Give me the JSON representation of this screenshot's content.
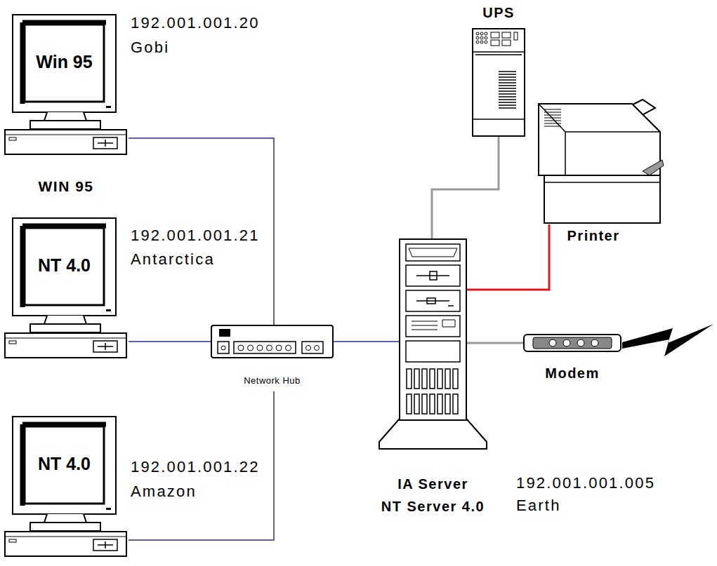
{
  "diagram": {
    "nodes": [
      {
        "text": [
          "Win 95",
          "WIN 95"
        ]
      },
      {
        "text": [
          "NT 4.0"
        ]
      },
      {
        "text": [
          "NT 4.0"
        ]
      },
      {
        "text": [
          "Network Hub"
        ]
      },
      {
        "text": [
          "IA Server",
          "NT Server 4.0"
        ]
      },
      {
        "text": [
          "UPS"
        ]
      },
      {
        "text": [
          "Printer"
        ]
      },
      {
        "text": [
          "Modem"
        ]
      }
    ],
    "edges": [
      {
        "from": 0,
        "to": 3,
        "arrow": "none"
      },
      {
        "from": 1,
        "to": 3,
        "arrow": "none"
      },
      {
        "from": 2,
        "to": 3,
        "arrow": "none"
      },
      {
        "from": 3,
        "to": 4,
        "arrow": "none"
      },
      {
        "from": 5,
        "to": 4,
        "arrow": "none"
      },
      {
        "from": 4,
        "to": 6,
        "arrow": "none"
      },
      {
        "from": 4,
        "to": 7,
        "arrow": "none"
      }
    ],
    "labels": [
      "192.001.001.20",
      "Gobi",
      "192.001.001.21",
      "Antarctica",
      "192.001.001.22",
      "Amazon",
      "192.001.001.005",
      "Earth"
    ]
  }
}
